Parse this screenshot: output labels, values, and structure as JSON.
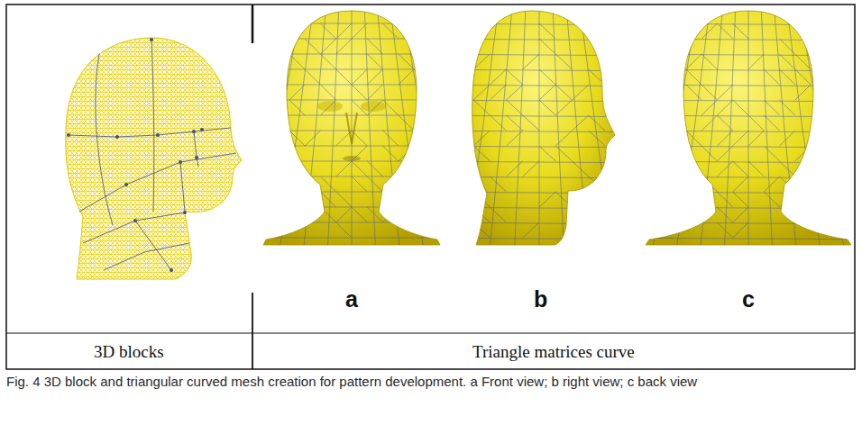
{
  "diagram": {
    "caption": "Fig. 4 3D block and triangular curved mesh creation for pattern development. a Front view; b right view; c back view",
    "labels": [
      "3D blocks",
      "Triangle matrices curve",
      "a",
      "b",
      "c"
    ]
  }
}
